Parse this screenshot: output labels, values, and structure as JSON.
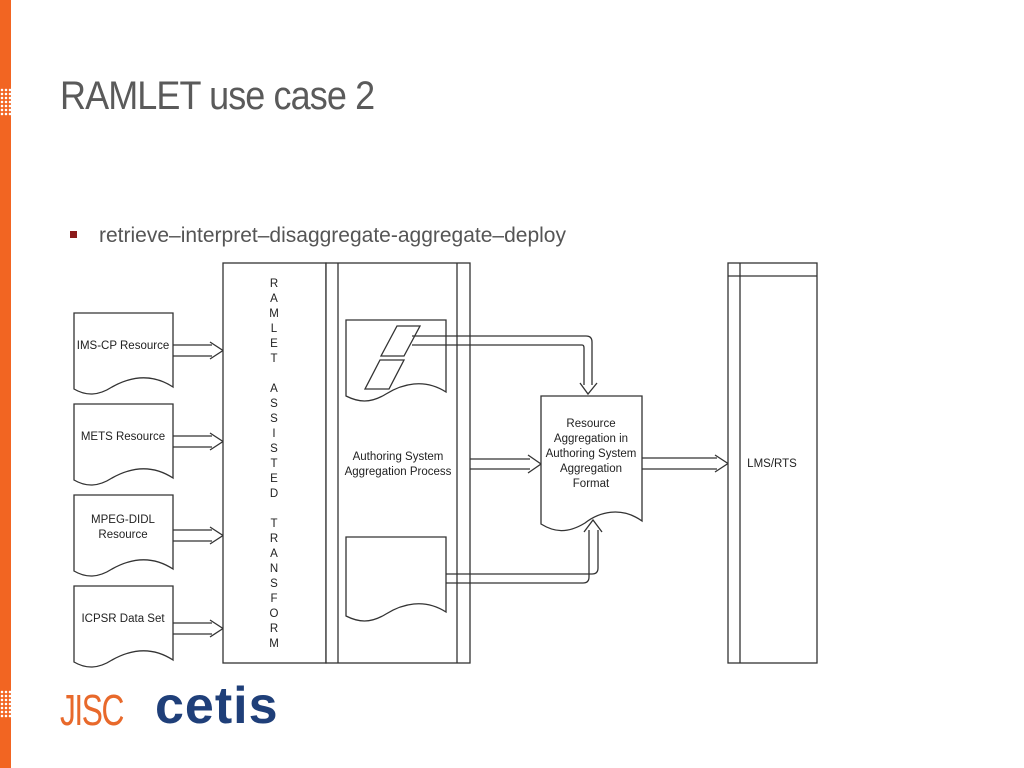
{
  "slide": {
    "title": "RAMLET use case 2",
    "bullet": "retrieve–interpret–disaggregate-aggregate–deploy"
  },
  "diagram": {
    "sources": [
      {
        "label": [
          "IMS-CP Resource"
        ]
      },
      {
        "label": [
          "METS Resource"
        ]
      },
      {
        "label": [
          "MPEG-DIDL",
          "Resource"
        ]
      },
      {
        "label": [
          "ICPSR Data Set"
        ]
      }
    ],
    "transform_label": [
      "R",
      "A",
      "M",
      "L",
      "E",
      "T",
      "",
      "A",
      "S",
      "S",
      "I",
      "S",
      "T",
      "E",
      "D",
      "",
      "T",
      "R",
      "A",
      "N",
      "S",
      "F",
      "O",
      "R",
      "M"
    ],
    "authoring_label": [
      "Authoring System",
      "Aggregation Process"
    ],
    "aggregation_label": [
      "Resource",
      "Aggregation in",
      "Authoring System",
      "Aggregation",
      "Format"
    ],
    "target_label": "LMS/RTS"
  },
  "logo": {
    "jisc": "JISC",
    "cetis": "cetis"
  },
  "colors": {
    "accent": "#f26522",
    "cetis": "#1f3f79",
    "jisc": "#e8692b",
    "bullet": "#8b1a1a"
  }
}
